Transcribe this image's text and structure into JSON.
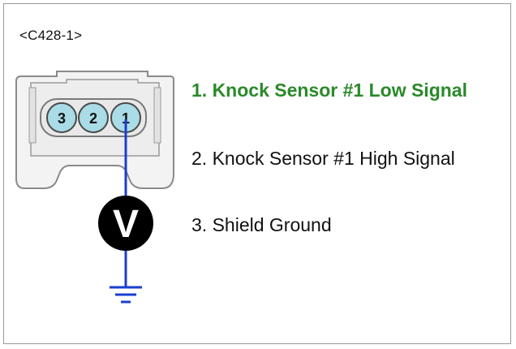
{
  "connector": {
    "id_label": "<C428-1>",
    "pins": [
      {
        "number": "3"
      },
      {
        "number": "2"
      },
      {
        "number": "1"
      }
    ]
  },
  "meter": {
    "symbol": "V"
  },
  "pin_descriptions": [
    {
      "text": "1. Knock Sensor #1 Low Signal",
      "color": "#2a8a2a",
      "highlighted": true
    },
    {
      "text": "2. Knock Sensor #1 High Signal",
      "color": "#111111",
      "highlighted": false
    },
    {
      "text": "3. Shield Ground",
      "color": "#111111",
      "highlighted": false
    }
  ],
  "colors": {
    "connector_fill": "#f2f2f2",
    "connector_stroke": "#8a8a8a",
    "pin_fill": "#a9dce6",
    "probe_wire": "#1a3fcf",
    "meter_fill": "#000000",
    "ground_symbol": "#1a3fcf",
    "highlight_text": "#2a8a2a"
  },
  "icons": {
    "meter": "voltmeter-icon",
    "ground": "ground-icon"
  }
}
